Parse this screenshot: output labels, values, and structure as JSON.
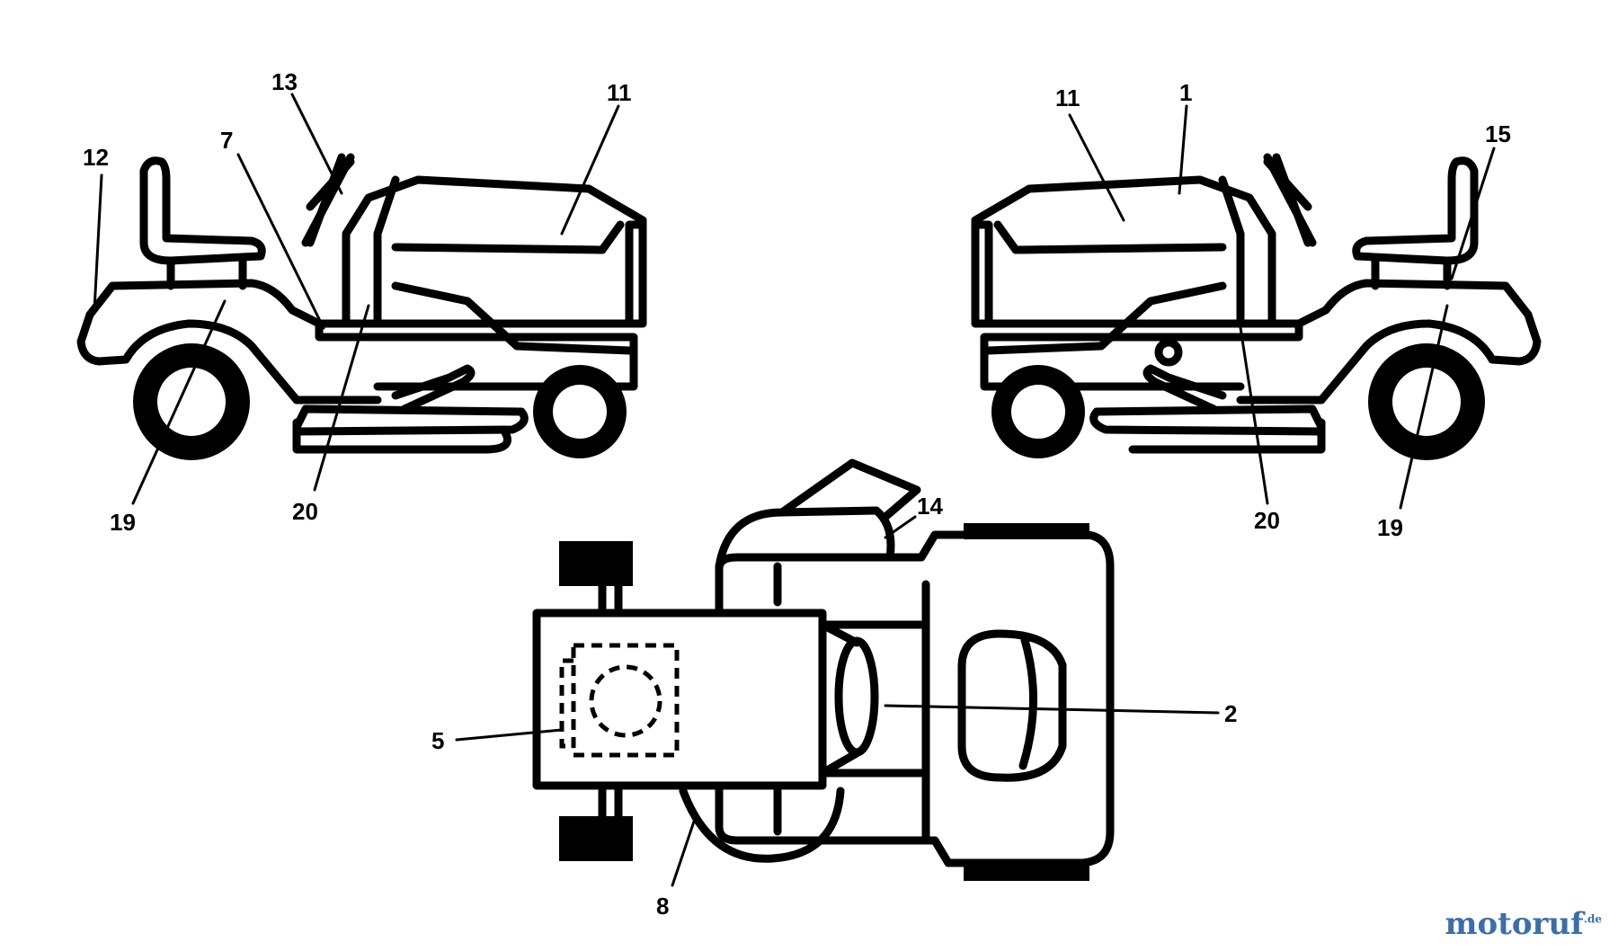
{
  "callouts": {
    "left": [
      "12",
      "13",
      "7",
      "11",
      "19",
      "20"
    ],
    "right": [
      "11",
      "1",
      "15",
      "20",
      "19"
    ],
    "top": [
      "14",
      "5",
      "2",
      "8"
    ]
  },
  "watermark": {
    "brand_a": "motoruf",
    "brand_b": "",
    "suffix": ".de"
  }
}
